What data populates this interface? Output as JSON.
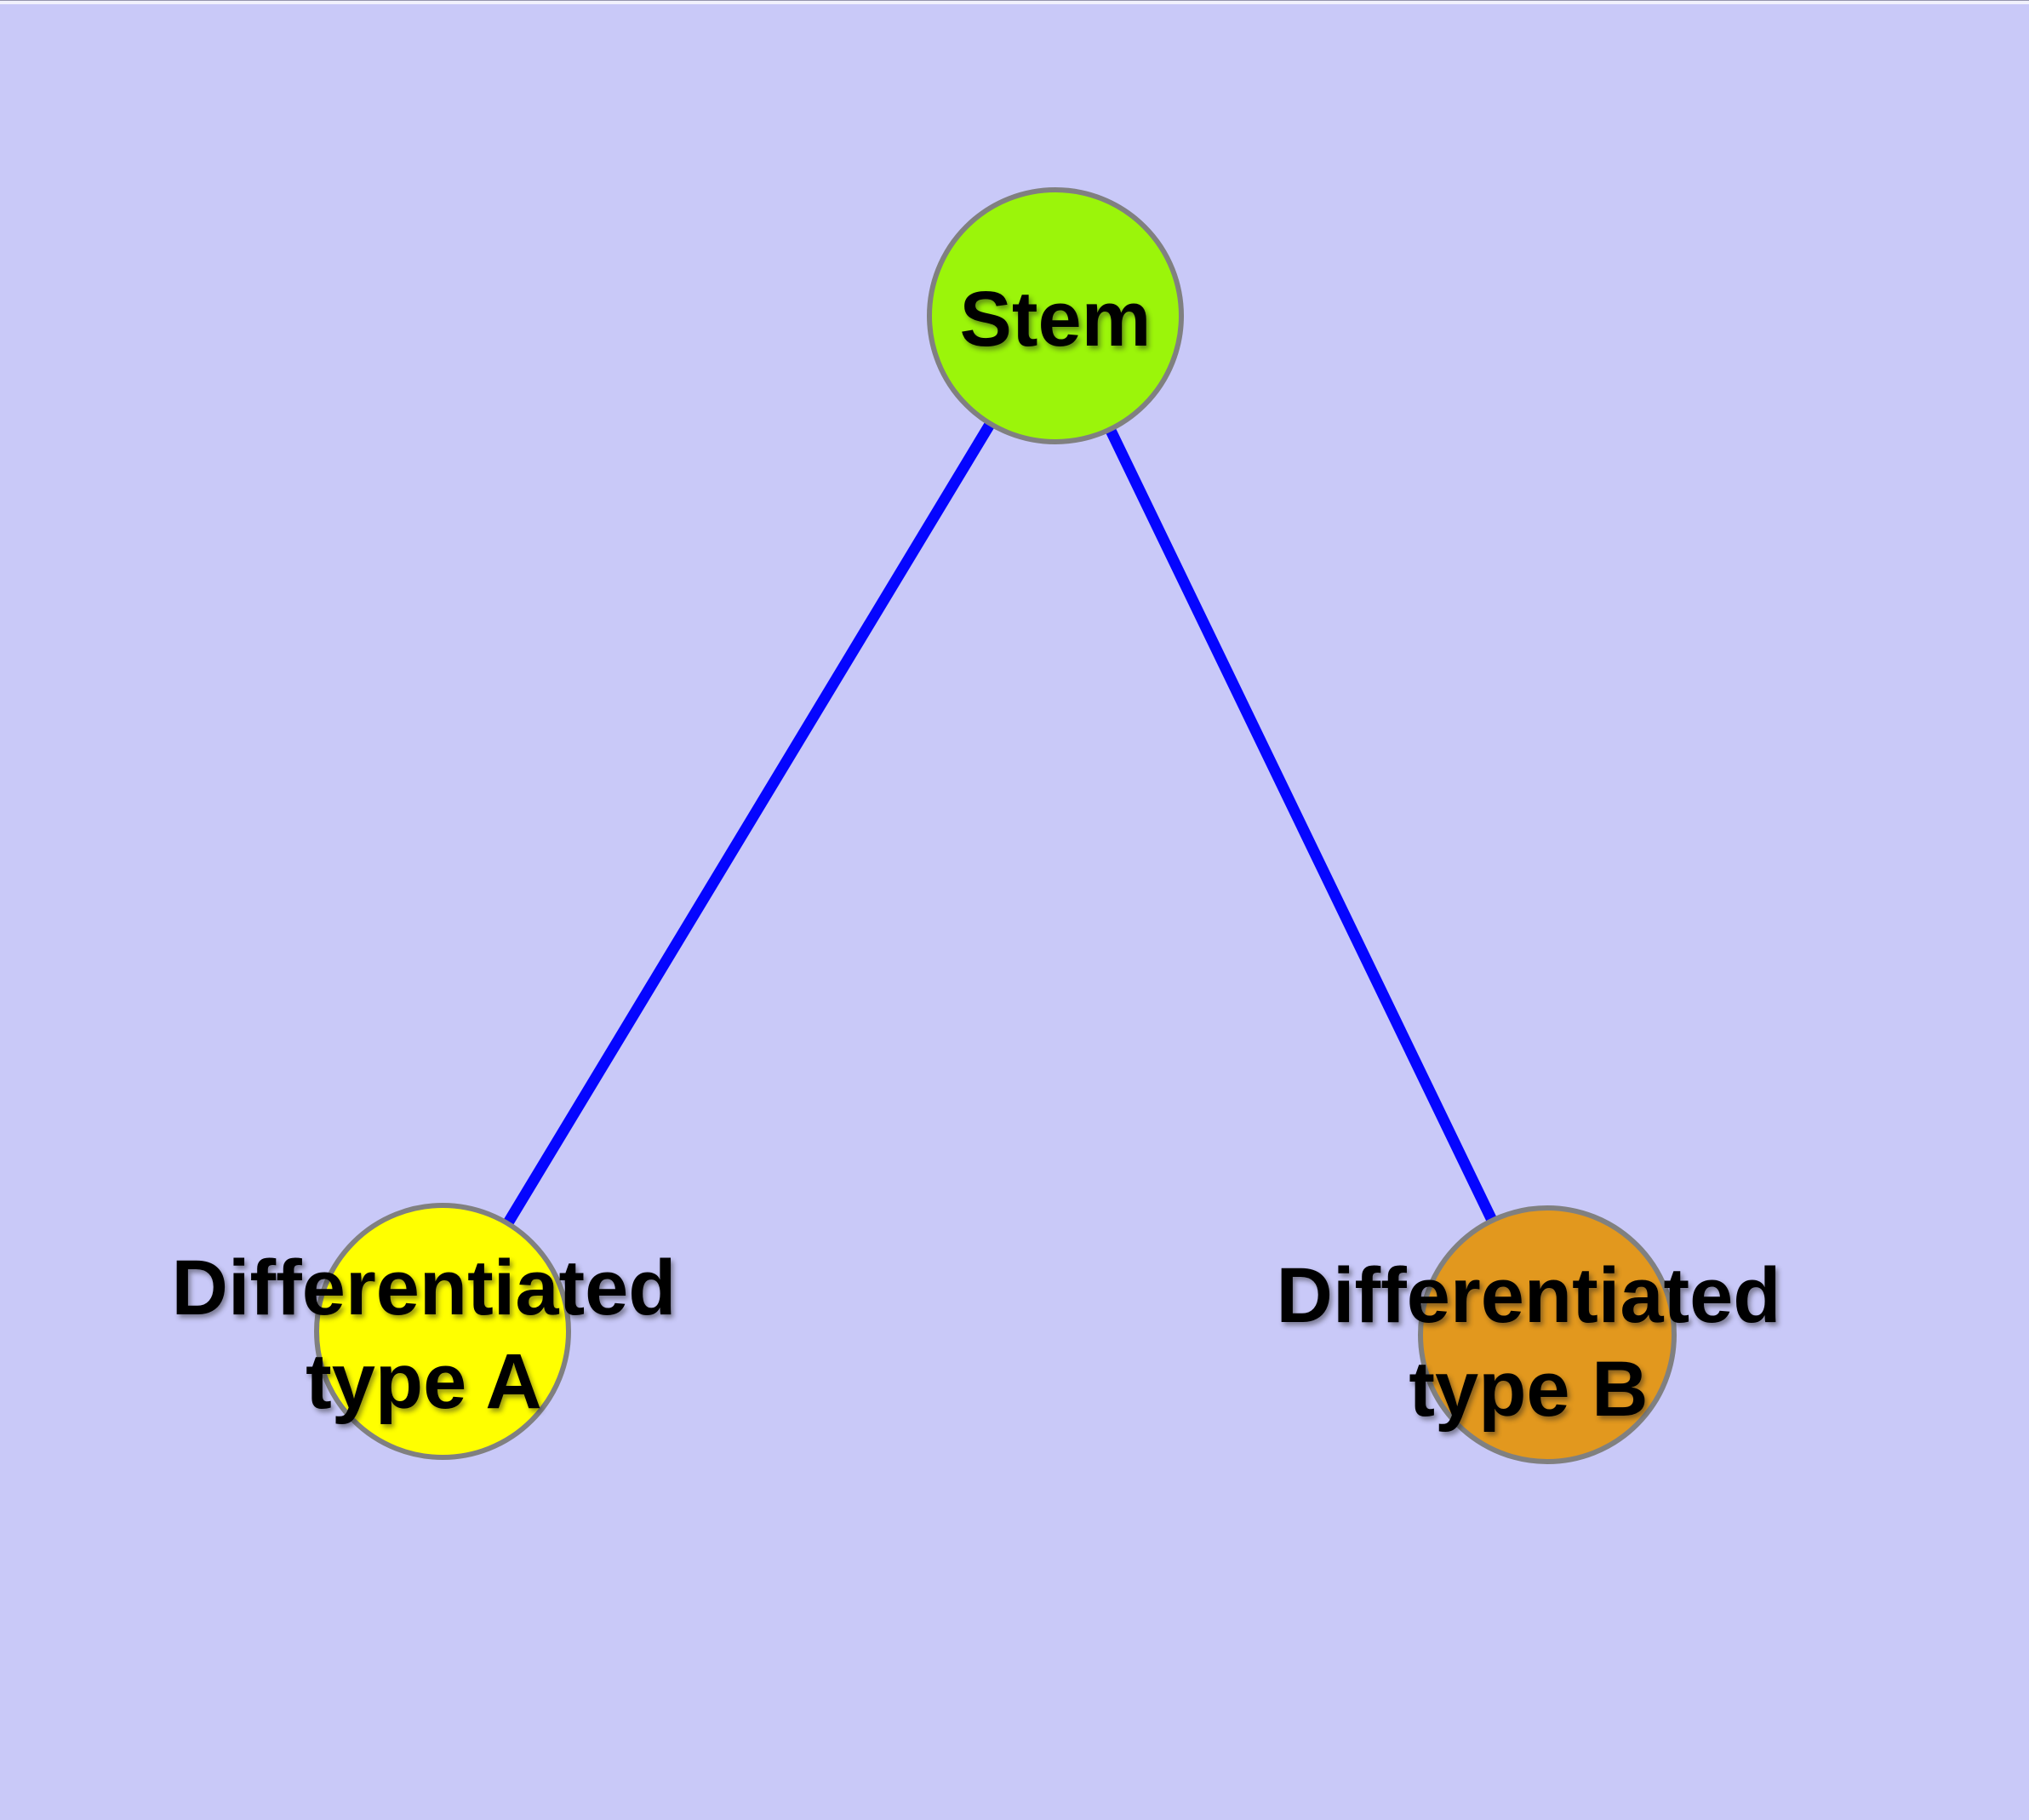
{
  "figure": {
    "type": "graph-diagram",
    "background_color": "#C9C9F8",
    "edge_color": "#0505FF",
    "node_border_color": "#808080",
    "nodes": [
      {
        "id": "stem",
        "label": "Stem",
        "fill": "#9BF50A"
      },
      {
        "id": "differentiated-type-a",
        "label": "Differentiated\ntype A",
        "fill": "#FFFF00"
      },
      {
        "id": "differentiated-type-b",
        "label": "Differentiated\ntype B",
        "fill": "#E2981E"
      }
    ],
    "edges": [
      {
        "from": "stem",
        "to": "differentiated-type-a"
      },
      {
        "from": "stem",
        "to": "differentiated-type-b"
      }
    ]
  }
}
